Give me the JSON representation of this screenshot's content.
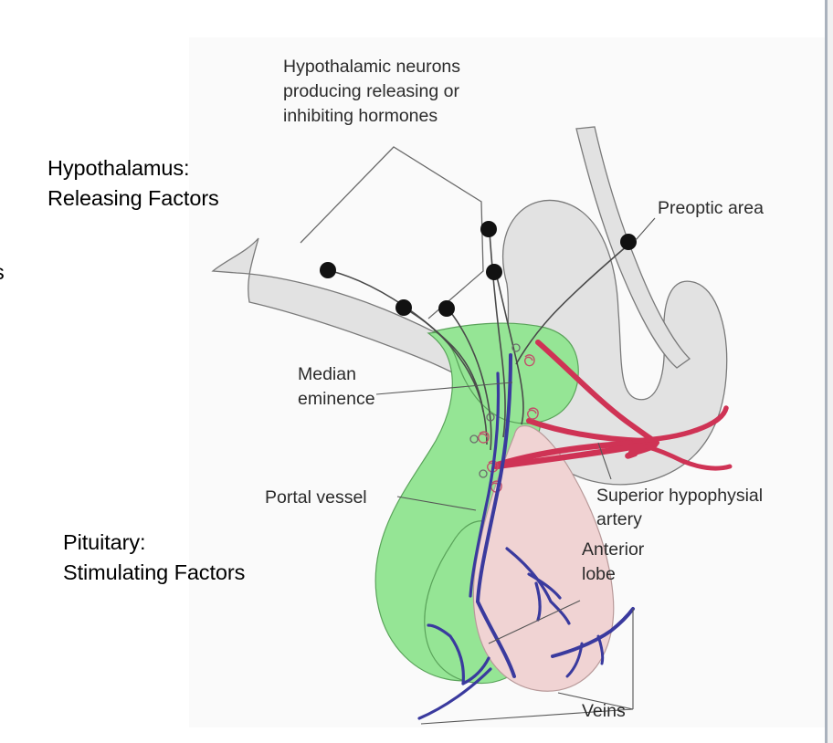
{
  "slide": {
    "background_color": "#ffffff",
    "overlay_notes": [
      {
        "id": "hypothalamus",
        "text": "Hypothalamus:\nReleasing Factors"
      },
      {
        "id": "pituitary",
        "text": "Pituitary:\nStimulating Factors"
      },
      {
        "id": "clipped",
        "text": "s"
      }
    ]
  },
  "figure": {
    "panel_background": "#fafafa",
    "title_caption": "Hypothalamic neurons\nproducing releasing or\ninhibiting hormones",
    "labels": {
      "hypothalamic_neurons_line1": "Hypothalamic neurons",
      "hypothalamic_neurons_line2": "producing releasing or",
      "hypothalamic_neurons_line3": "inhibiting hormones",
      "preoptic_area": "Preoptic area",
      "median_eminence_line1": "Median",
      "median_eminence_line2": "eminence",
      "superior_hypophysial_line1": "Superior hypophysial",
      "superior_hypophysial_line2": "artery",
      "portal_vessel": "Portal vessel",
      "anterior_lobe_line1": "Anterior",
      "anterior_lobe_line2": "lobe",
      "veins": "Veins"
    },
    "colors": {
      "median_eminence_green": "#95e595",
      "anterior_lobe_pink": "#f0d3d3",
      "brain_tissue_gray": "#e2e2e2",
      "artery_red": "#cf3355",
      "vein_blue": "#3a3a9e",
      "neuron_black": "#111111"
    }
  },
  "window": {
    "divider_color": "#aab2bd",
    "gutter_color": "#f1f1f1"
  }
}
